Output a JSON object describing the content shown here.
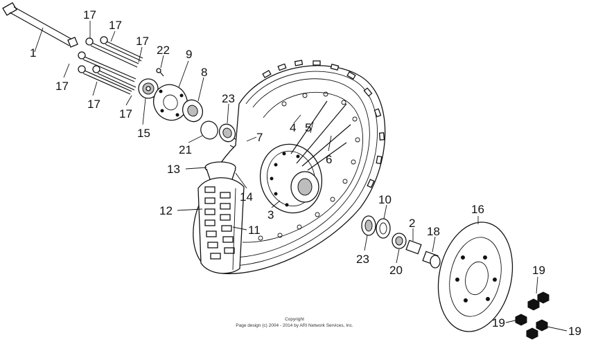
{
  "diagram": {
    "callouts": [
      {
        "id": "1",
        "text": "1"
      },
      {
        "id": "17a",
        "text": "17"
      },
      {
        "id": "17b",
        "text": "17"
      },
      {
        "id": "17c",
        "text": "17"
      },
      {
        "id": "17d",
        "text": "17"
      },
      {
        "id": "17e",
        "text": "17"
      },
      {
        "id": "17f",
        "text": "17"
      },
      {
        "id": "22",
        "text": "22"
      },
      {
        "id": "9",
        "text": "9"
      },
      {
        "id": "8",
        "text": "8"
      },
      {
        "id": "15",
        "text": "15"
      },
      {
        "id": "23a",
        "text": "23"
      },
      {
        "id": "21",
        "text": "21"
      },
      {
        "id": "7",
        "text": "7"
      },
      {
        "id": "4",
        "text": "4"
      },
      {
        "id": "5",
        "text": "5"
      },
      {
        "id": "6",
        "text": "6"
      },
      {
        "id": "13",
        "text": "13"
      },
      {
        "id": "14",
        "text": "14"
      },
      {
        "id": "3",
        "text": "3"
      },
      {
        "id": "12",
        "text": "12"
      },
      {
        "id": "11",
        "text": "11"
      },
      {
        "id": "10",
        "text": "10"
      },
      {
        "id": "2",
        "text": "2"
      },
      {
        "id": "18",
        "text": "18"
      },
      {
        "id": "16",
        "text": "16"
      },
      {
        "id": "23b",
        "text": "23"
      },
      {
        "id": "20",
        "text": "20"
      },
      {
        "id": "19a",
        "text": "19"
      },
      {
        "id": "19b",
        "text": "19"
      },
      {
        "id": "19c",
        "text": "19"
      }
    ],
    "copyright_line1": "Copyright",
    "copyright_line2": "Page design (c) 2004 - 2014 by ARI Network Services, Inc."
  }
}
